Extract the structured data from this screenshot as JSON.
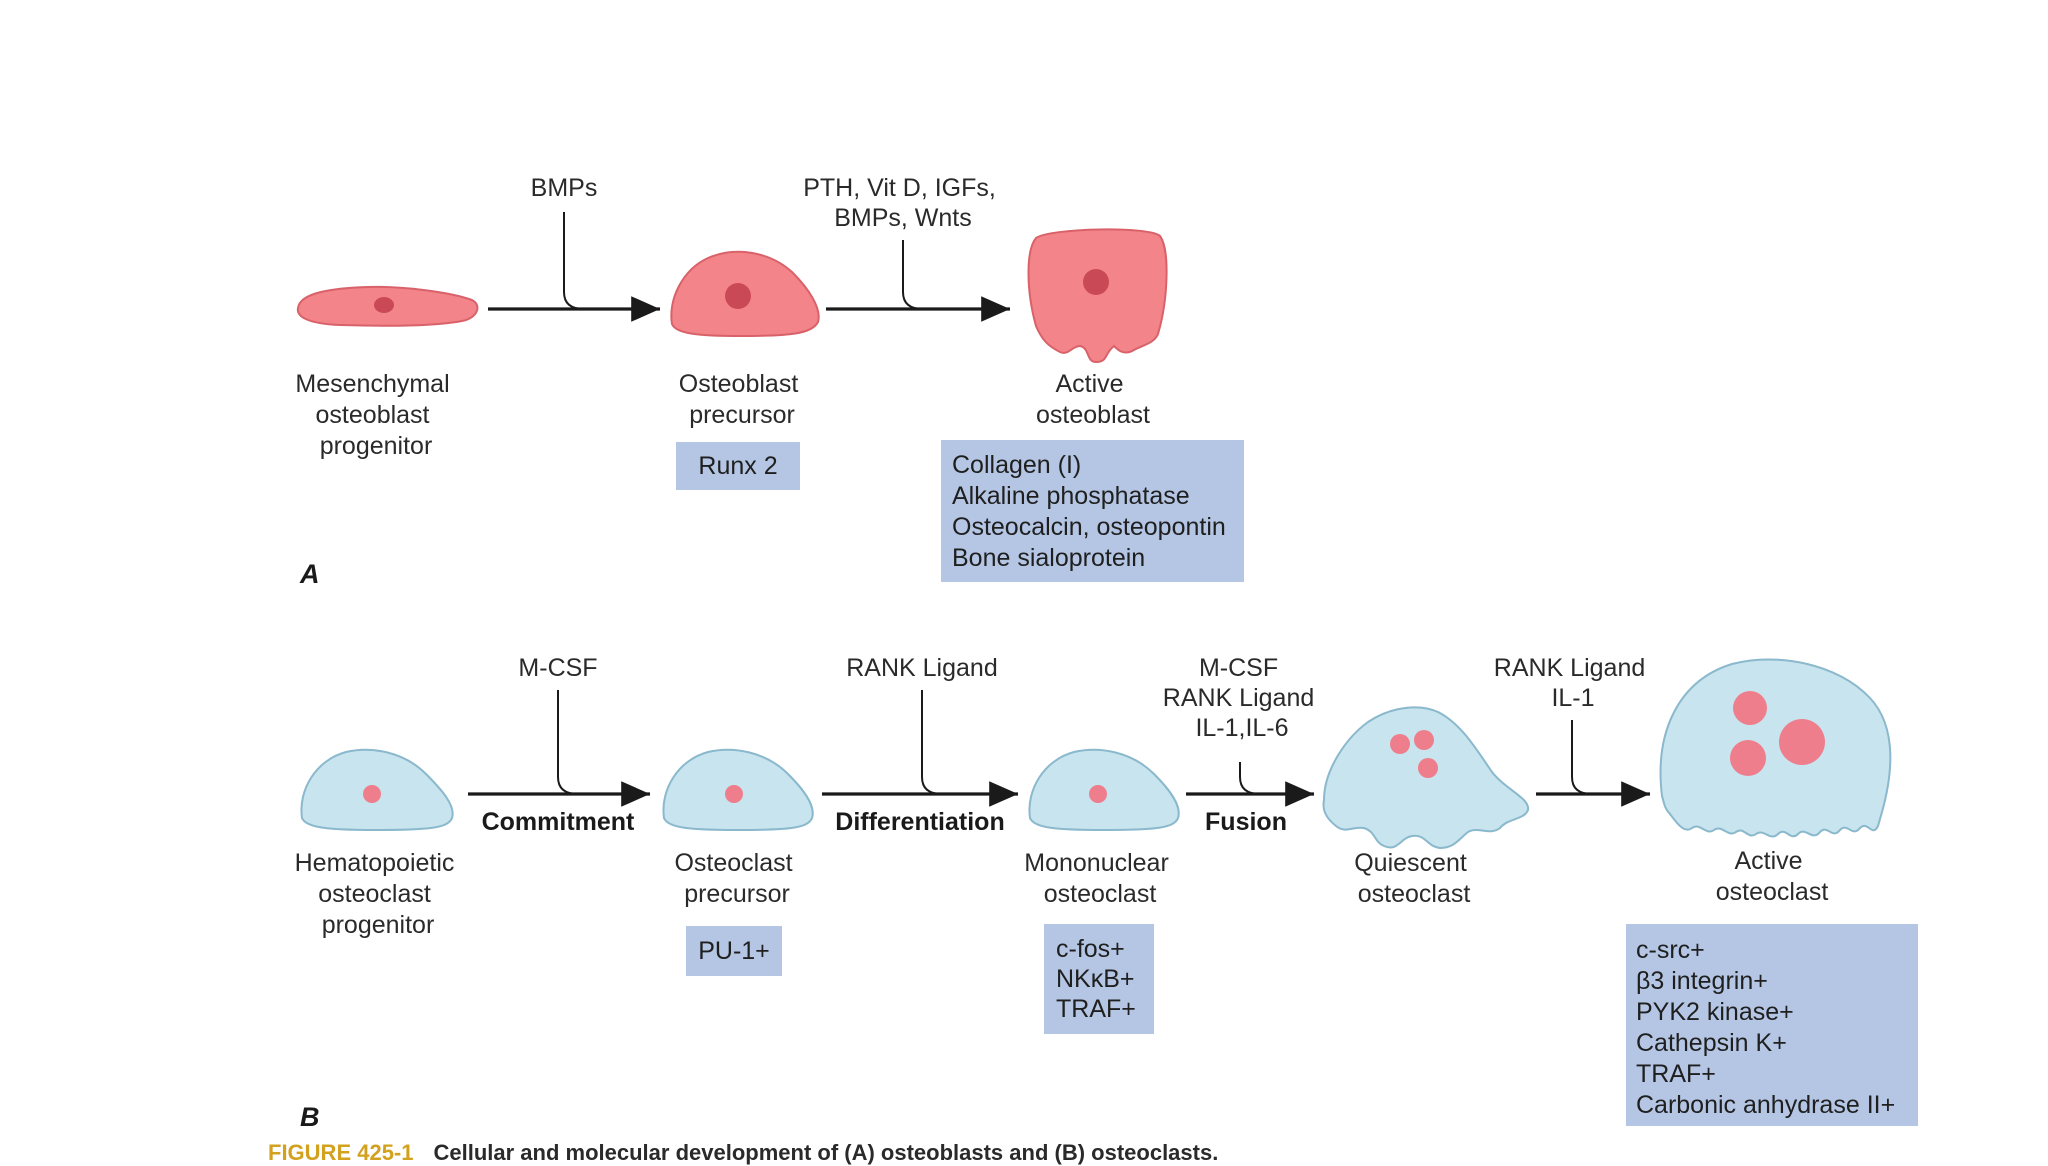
{
  "panel_a": {
    "label": "A",
    "signals": [
      {
        "lines": [
          "BMPs"
        ]
      },
      {
        "lines": [
          "PTH, Vit D, IGFs,",
          "BMPs, Wnts"
        ]
      }
    ],
    "cells": [
      {
        "lines": [
          "Mesenchymal",
          "osteoblast",
          "progenitor"
        ]
      },
      {
        "lines": [
          "Osteoblast",
          "precursor"
        ]
      },
      {
        "lines": [
          "Active",
          "osteoblast"
        ]
      }
    ],
    "markers": [
      {
        "lines": [
          "Runx 2"
        ]
      },
      {
        "lines": [
          "Collagen (I)",
          "Alkaline phosphatase",
          "Osteocalcin, osteopontin",
          "Bone sialoprotein"
        ]
      }
    ]
  },
  "panel_b": {
    "label": "B",
    "signals": [
      {
        "lines": [
          "M-CSF"
        ]
      },
      {
        "lines": [
          "RANK Ligand"
        ]
      },
      {
        "lines": [
          "M-CSF",
          "RANK Ligand",
          "IL-1,IL-6"
        ]
      },
      {
        "lines": [
          "RANK Ligand",
          "IL-1"
        ]
      }
    ],
    "steps": [
      "Commitment",
      "Differentiation",
      "Fusion"
    ],
    "cells": [
      {
        "lines": [
          "Hematopoietic",
          "osteoclast",
          "progenitor"
        ]
      },
      {
        "lines": [
          "Osteoclast",
          "precursor"
        ]
      },
      {
        "lines": [
          "Mononuclear",
          "osteoclast"
        ]
      },
      {
        "lines": [
          "Quiescent",
          "osteoclast"
        ]
      },
      {
        "lines": [
          "Active",
          "osteoclast"
        ]
      }
    ],
    "markers": [
      {
        "lines": [
          "PU-1+"
        ]
      },
      {
        "lines": [
          "c-fos+",
          "NKκB+",
          "TRAF+"
        ]
      },
      {
        "lines": [
          "c-src+",
          "β3 integrin+",
          "PYK2 kinase+",
          "Cathepsin K+",
          "TRAF+",
          "Carbonic anhydrase II+"
        ]
      }
    ]
  },
  "caption": {
    "figure_tag": "FIGURE 425-1",
    "text": "Cellular and molecular development of (A) osteoblasts and (B) osteoclasts."
  },
  "colors": {
    "osteoblast_cell": "#f2848a",
    "osteoclast_cell": "#c8e4ee",
    "marker_box": "#b4c6e4",
    "caption_tag": "#d2a21e"
  }
}
